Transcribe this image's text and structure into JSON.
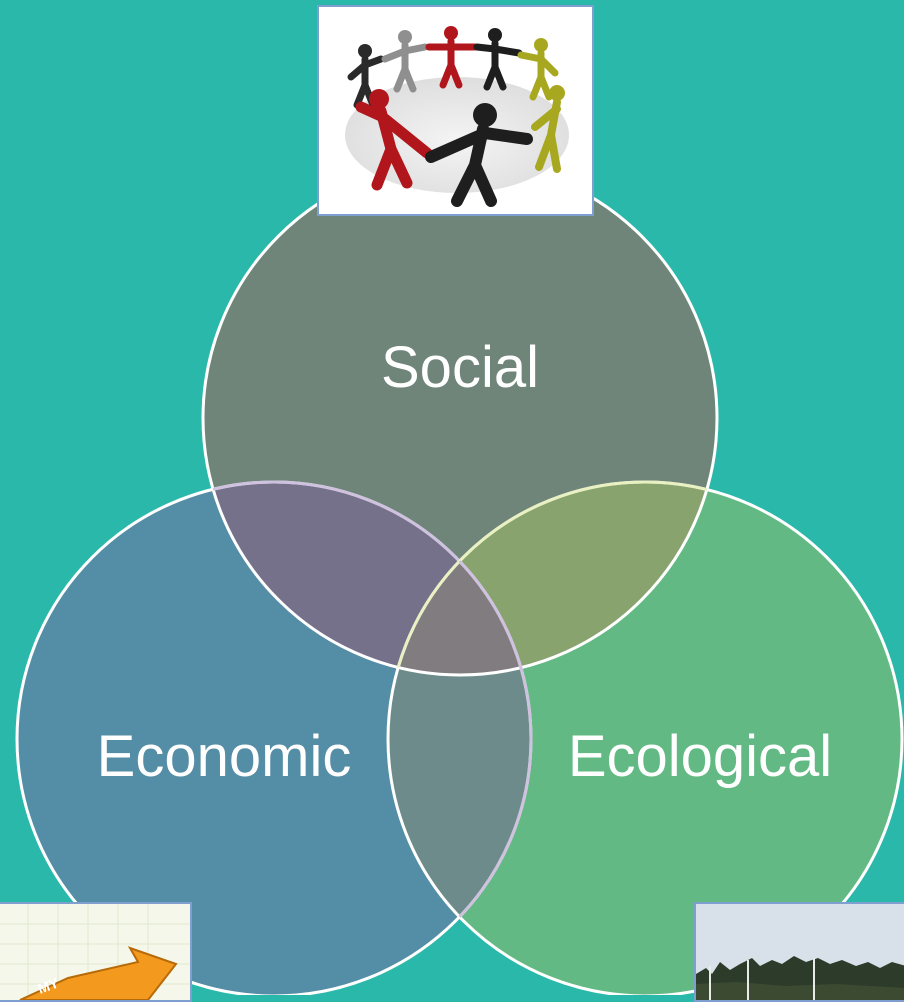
{
  "diagram": {
    "type": "venn",
    "circles": [
      {
        "id": "social",
        "label": "Social",
        "color": "#6f8579"
      },
      {
        "id": "economic",
        "label": "Economic",
        "color": "#548da6"
      },
      {
        "id": "ecological",
        "label": "Ecological",
        "color": "#62b983"
      }
    ],
    "overlap_colors": {
      "social_economic": "#76718b",
      "social_ecological": "#88a36d",
      "economic_ecological": "#6d8b8a",
      "center": "#817c7f"
    },
    "outline_color": "#ffffff",
    "background_color": "#2ab8ab"
  },
  "images": {
    "social": "people-circle-photo",
    "economic": "economy-arrow-graphic",
    "ecological": "landscape-trees-photo"
  },
  "economic_graphic_text": "MY"
}
